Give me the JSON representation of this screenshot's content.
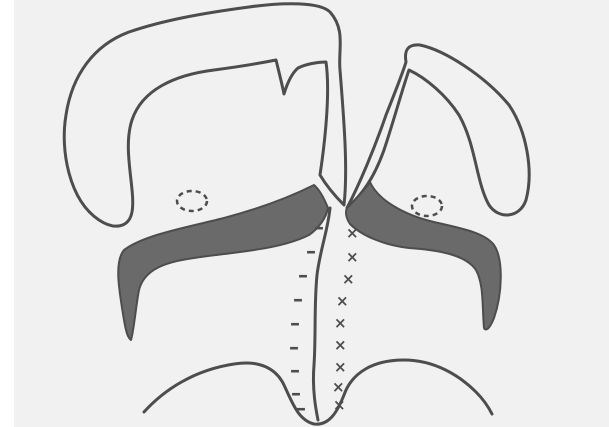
{
  "figure": {
    "kind": "surgical-closure-sketch",
    "paper_color": "#f1f1f1",
    "ink_color": "#4d4d4d",
    "fill_color": "#6a6a6a",
    "left_side_marks": [
      "–",
      "–",
      "–",
      "–",
      "–",
      "–",
      "–",
      "–",
      "–"
    ],
    "right_side_marks": [
      "×",
      "×",
      "×",
      "×",
      "×",
      "×",
      "×",
      "×",
      "×"
    ],
    "icons": [
      "left-flap-outline",
      "right-flap-outline",
      "left-dashed-circle",
      "right-dashed-circle",
      "left-shaded-band",
      "right-shaded-band",
      "midline-incision",
      "lower-arch"
    ]
  }
}
